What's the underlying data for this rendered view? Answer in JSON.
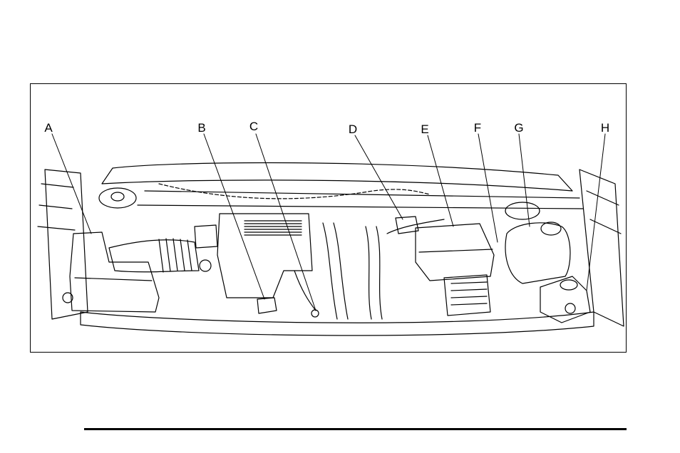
{
  "diagram": {
    "labels": [
      {
        "id": "A",
        "text": "A"
      },
      {
        "id": "B",
        "text": "B"
      },
      {
        "id": "C",
        "text": "C"
      },
      {
        "id": "D",
        "text": "D"
      },
      {
        "id": "E",
        "text": "E"
      },
      {
        "id": "F",
        "text": "F"
      },
      {
        "id": "G",
        "text": "G"
      },
      {
        "id": "H",
        "text": "H"
      }
    ],
    "line_color": "#000000"
  }
}
